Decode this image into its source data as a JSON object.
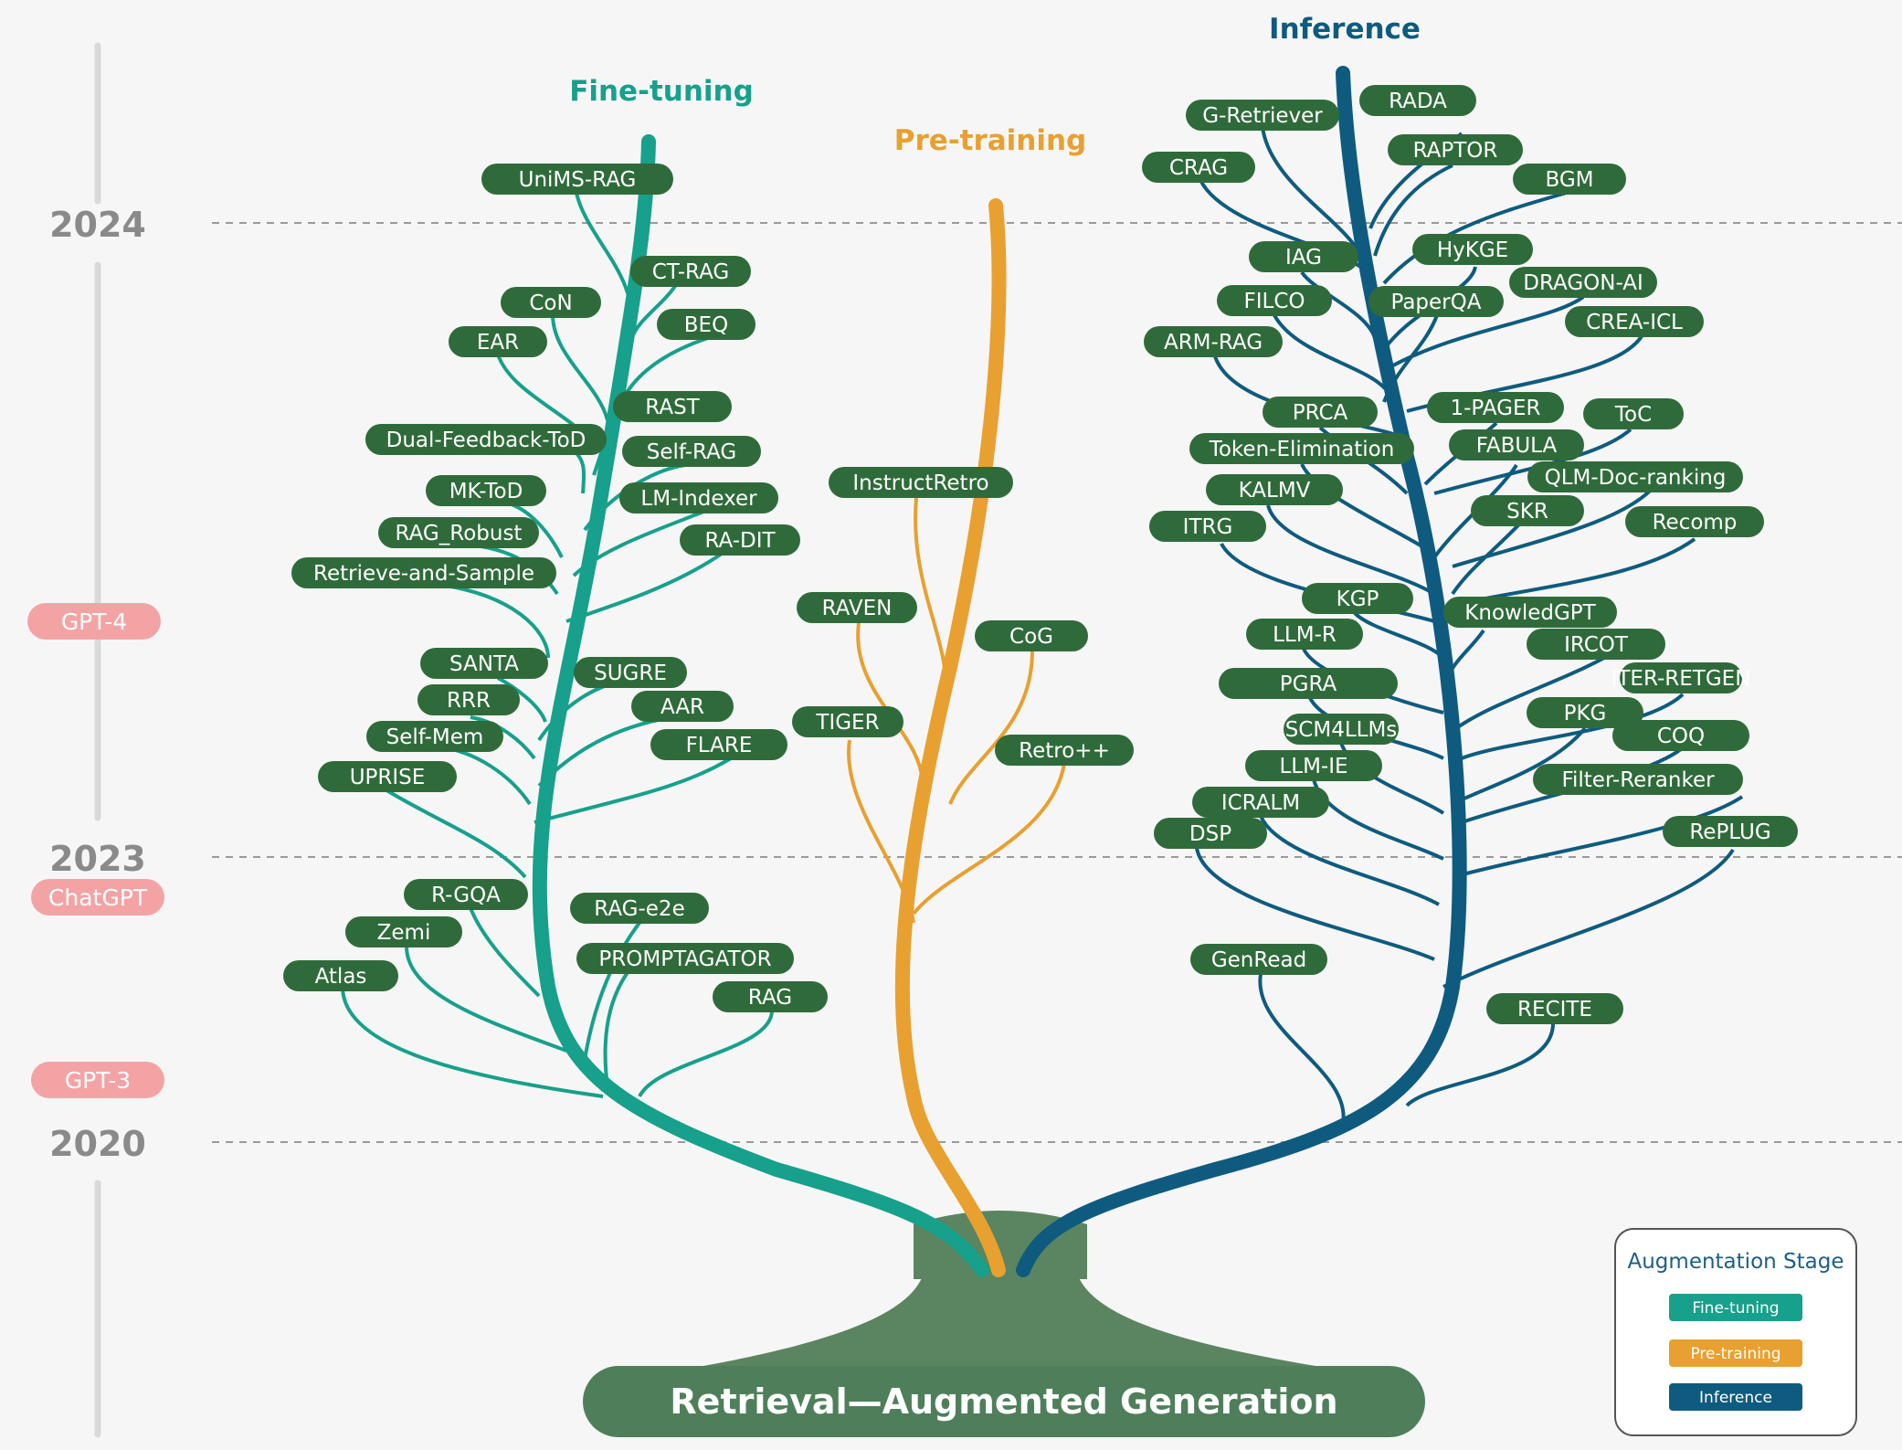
{
  "root_label": "Retrieval—Augmented Generation",
  "years": [
    "2024",
    "2023",
    "2020"
  ],
  "milestones": [
    "GPT-4",
    "ChatGPT",
    "GPT-3"
  ],
  "branches": {
    "fine_tuning": {
      "title": "Fine-tuning",
      "color": "#17a08b",
      "nodes": [
        "UniMS-RAG",
        "CT-RAG",
        "CoN",
        "BEQ",
        "EAR",
        "RAST",
        "Dual-Feedback-ToD",
        "Self-RAG",
        "MK-ToD",
        "LM-Indexer",
        "RAG_Robust",
        "RA-DIT",
        "Retrieve-and-Sample",
        "SANTA",
        "SUGRE",
        "RRR",
        "AAR",
        "Self-Mem",
        "FLARE",
        "UPRISE",
        "R-GQA",
        "RAG-e2e",
        "Zemi",
        "PROMPTAGATOR",
        "Atlas",
        "RAG"
      ]
    },
    "pre_training": {
      "title": "Pre-training",
      "color": "#e8a030",
      "nodes": [
        "InstructRetro",
        "RAVEN",
        "CoG",
        "TIGER",
        "Retro++"
      ]
    },
    "inference": {
      "title": "Inference",
      "color": "#0e5b7f",
      "nodes": [
        "RADA",
        "G-Retriever",
        "RAPTOR",
        "CRAG",
        "BGM",
        "IAG",
        "HyKGE",
        "DRAGON-AI",
        "FILCO",
        "PaperQA",
        "CREA-ICL",
        "ARM-RAG",
        "PRCA",
        "1-PAGER",
        "ToC",
        "Token-Elimination",
        "FABULA",
        "QLM-Doc-ranking",
        "KALMV",
        "SKR",
        "ITRG",
        "Recomp",
        "KGP",
        "KnowledGPT",
        "LLM-R",
        "IRCOT",
        "ITER-RETGEN",
        "PGRA",
        "PKG",
        "COQ",
        "SCM4LLMs",
        "LLM-IE",
        "Filter-Reranker",
        "ICRALM",
        "DSP",
        "RePLUG",
        "GenRead",
        "RECITE"
      ]
    }
  },
  "legend": {
    "title": "Augmentation Stage",
    "items": [
      "Fine-tuning",
      "Pre-training",
      "Inference"
    ]
  },
  "colors": {
    "node_fill": "#2f6b3a",
    "root_fill": "#4f7f5a",
    "milestone_fill": "#f4a3a5",
    "timeline": "#d9d9d9"
  }
}
